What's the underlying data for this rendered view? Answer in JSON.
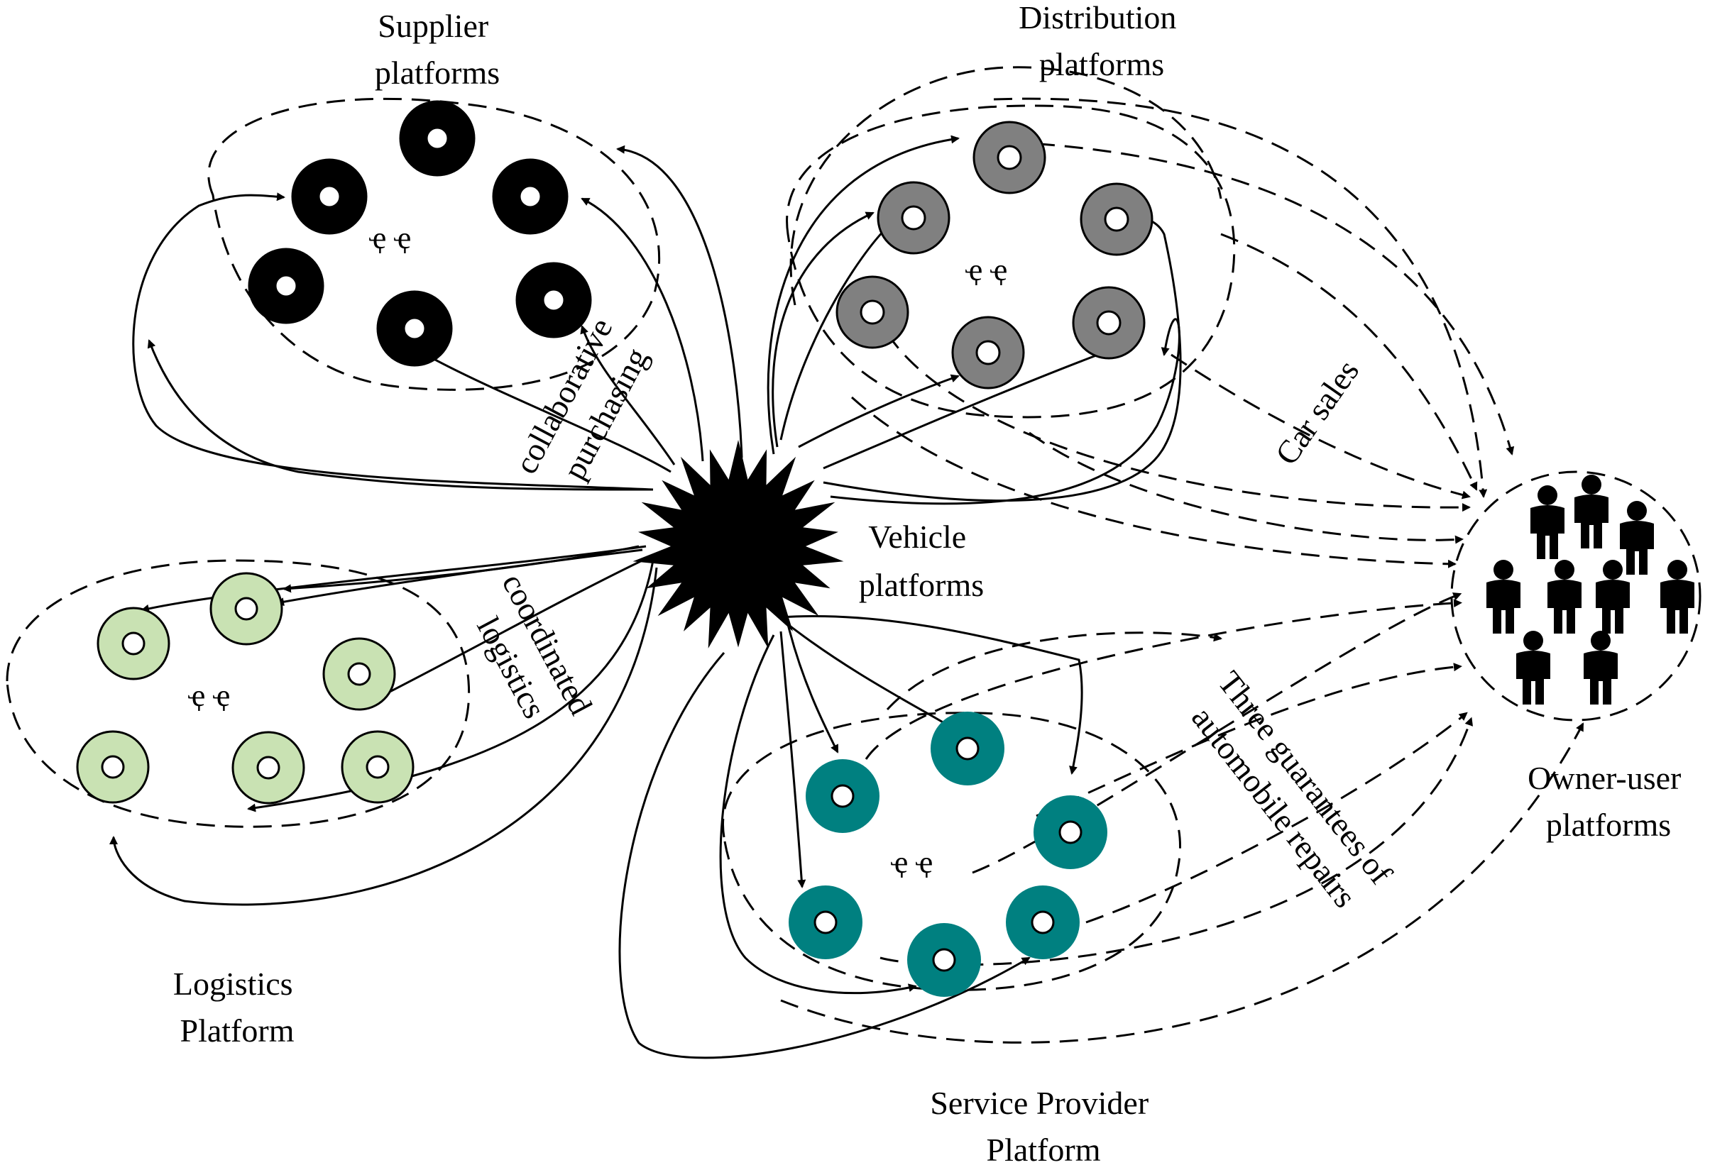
{
  "labels": {
    "supplier": [
      "Supplier",
      "platforms"
    ],
    "distribution": [
      "Distribution",
      "platforms"
    ],
    "vehicle": [
      "Vehicle",
      "platforms"
    ],
    "logistics": [
      "Logistics",
      "Platform"
    ],
    "service": [
      "Service Provider",
      "Platform"
    ],
    "owner": [
      "Owner-user",
      "platforms"
    ]
  },
  "relations": {
    "collaborative": [
      "collaborative",
      "purchasing"
    ],
    "coordinated": [
      "coordinated",
      "logistics"
    ],
    "car_sales": "Car sales",
    "guarantees": [
      "Three guarantees of",
      "automobile repairs"
    ]
  },
  "ellipsis": "ҿ ҿ",
  "colors": {
    "supplier": "#000000",
    "distribution": "#808080",
    "logistics": "#c9e2b3",
    "service": "#008080",
    "hub": "#000000"
  },
  "icons": {
    "hub": "starburst-icon",
    "node": "ring-icon",
    "owner": "person-icon"
  }
}
